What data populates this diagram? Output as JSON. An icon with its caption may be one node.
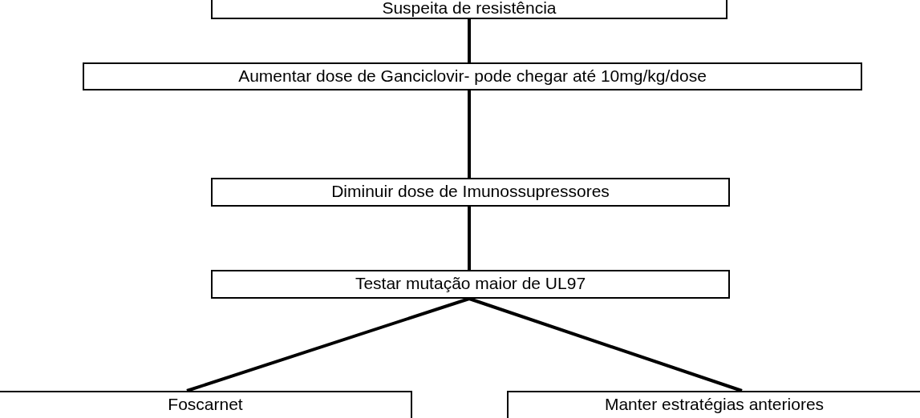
{
  "diagram": {
    "nodes": [
      {
        "text": [
          "Suspeita de resistência"
        ]
      },
      {
        "text": [
          "Aumentar dose de Ganciclovir- pode chegar até 10mg/kg/dose"
        ]
      },
      {
        "text": [
          "Diminuir dose de Imunossupressores"
        ]
      },
      {
        "text": [
          "Testar mutação maior de UL97"
        ]
      },
      {
        "text": [
          "Foscarnet"
        ]
      },
      {
        "text": [
          "Manter estratégias anteriores"
        ]
      }
    ],
    "edges": [
      {
        "from": 0,
        "to": 1,
        "arrow": "none"
      },
      {
        "from": 1,
        "to": 2,
        "arrow": "none"
      },
      {
        "from": 2,
        "to": 3,
        "arrow": "none"
      },
      {
        "from": 3,
        "to": 4,
        "arrow": "none"
      },
      {
        "from": 3,
        "to": 5,
        "arrow": "none"
      }
    ]
  }
}
